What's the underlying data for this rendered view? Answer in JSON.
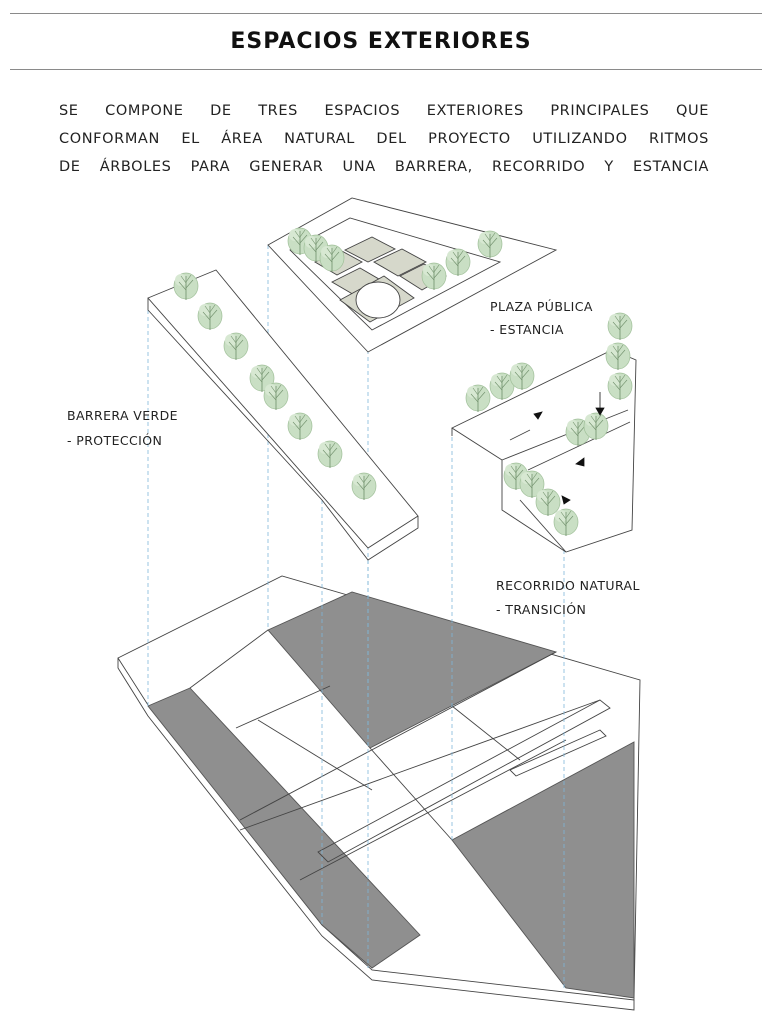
{
  "header": {
    "title": "ESPACIOS EXTERIORES"
  },
  "intro": {
    "lines": [
      "SE COMPONE DE TRES ESPACIOS EXTERIORES PRINCIPALES QUE",
      "CONFORMAN EL ÁREA NATURAL DEL PROYECTO UTILIZANDO RITMOS",
      "DE ÁRBOLES PARA GENERAR UNA BARRERA, RECORRIDO Y ESTANCIA"
    ]
  },
  "labels": {
    "plaza_title": "PLAZA PÚBLICA",
    "plaza_sub": "- ESTANCIA",
    "barrera_title": "BARRERA VERDE",
    "barrera_sub": "- PROTECCIÓN",
    "recorrido_title": "RECORRIDO NATURAL",
    "recorrido_sub": "- TRANSICIÓN"
  },
  "colors": {
    "tree_fill": "#c9dfc4",
    "tree_stroke": "#6f8f6a",
    "plaza_paving": "#d6d8cb",
    "shaded_zone": "#8f8f8f",
    "guide_line": "#7fb6d9"
  }
}
